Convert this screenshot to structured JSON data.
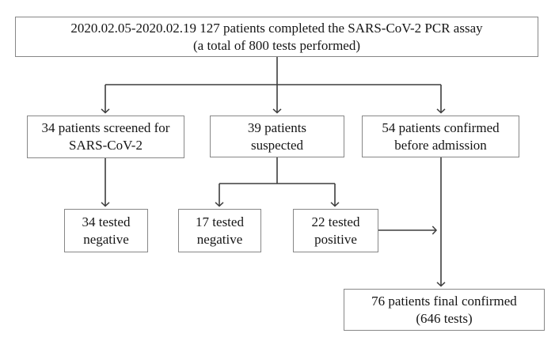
{
  "nodes": {
    "assay": {
      "line1": "2020.02.05-2020.02.19  127 patients completed the SARS-CoV-2 PCR assay",
      "line2": "(a total of 800 tests performed)"
    },
    "screened": {
      "line1": "34 patients screened for",
      "line2": "SARS-CoV-2"
    },
    "suspected": {
      "line1": "39 patients",
      "line2": "suspected"
    },
    "confirmed_before": {
      "line1": "54 patients confirmed",
      "line2": "before admission"
    },
    "screened_negative": {
      "line1": "34 tested",
      "line2": "negative"
    },
    "suspected_negative": {
      "line1": "17 tested",
      "line2": "negative"
    },
    "suspected_positive": {
      "line1": "22 tested",
      "line2": "positive"
    },
    "final": {
      "line1": "76 patients final confirmed",
      "line2": "(646 tests)"
    }
  },
  "edges": [
    {
      "from": "assay",
      "to": "screened"
    },
    {
      "from": "assay",
      "to": "suspected"
    },
    {
      "from": "assay",
      "to": "confirmed_before"
    },
    {
      "from": "screened",
      "to": "screened_negative"
    },
    {
      "from": "suspected",
      "to": "suspected_negative"
    },
    {
      "from": "suspected",
      "to": "suspected_positive"
    },
    {
      "from": "suspected_positive",
      "to": "final"
    },
    {
      "from": "confirmed_before",
      "to": "final"
    }
  ],
  "colors": {
    "background": "#ffffff",
    "box_border": "#878787",
    "connector_line": "#3d3d3d",
    "text": "#151515"
  }
}
